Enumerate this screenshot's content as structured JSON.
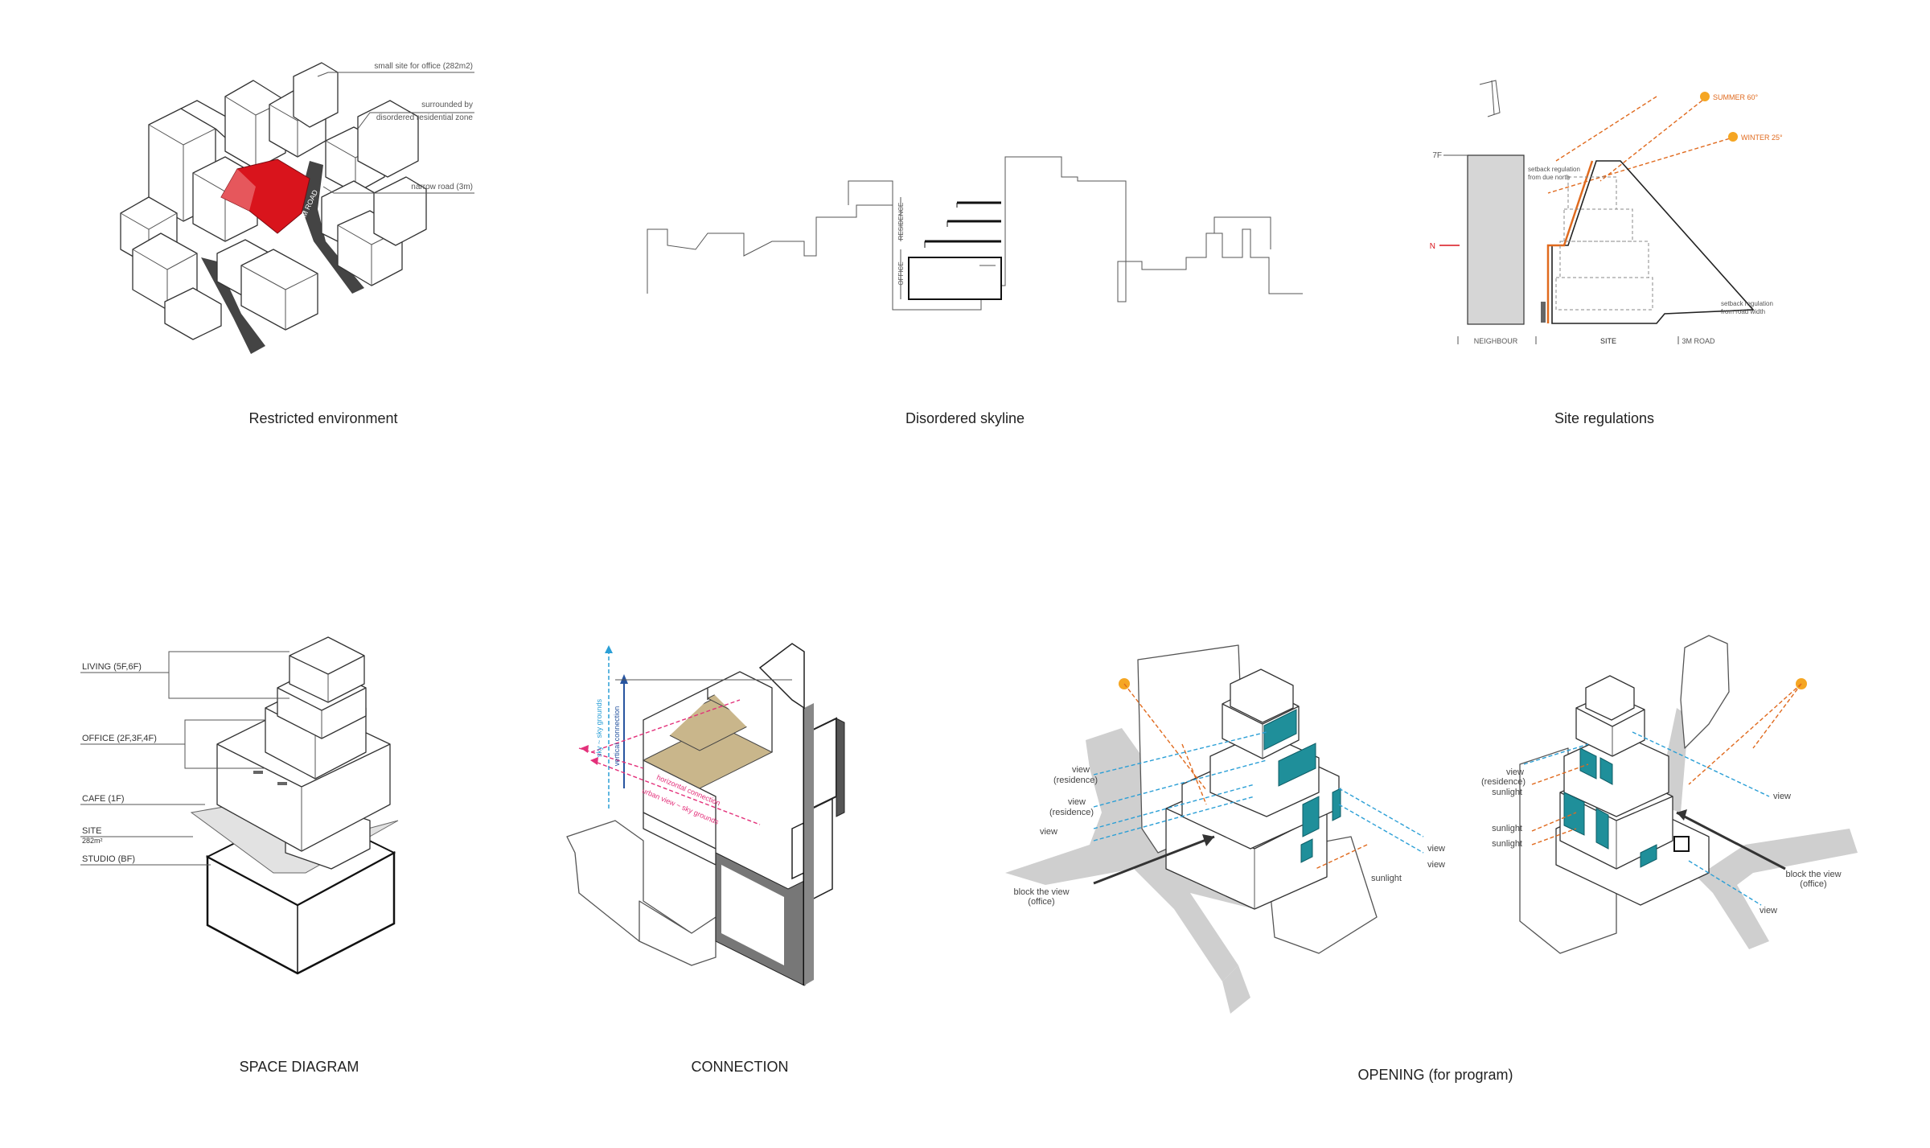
{
  "panels": {
    "restricted": {
      "caption": "Restricted environment",
      "notes": [
        "small site for office (282m2)",
        "surrounded by",
        "disordered residential zone",
        "narrow road (3m)"
      ],
      "road_label": "3M ROAD"
    },
    "skyline": {
      "caption": "Disordered skyline",
      "labels": [
        "RESIDENCE",
        "OFFICE"
      ]
    },
    "regulations": {
      "caption": "Site regulations",
      "summer": "SUMMER 60°",
      "winter": "WINTER 25°",
      "height": "7F",
      "north": "N",
      "setback_north": [
        "setback regulation",
        "from due north"
      ],
      "setback_road": [
        "setback regulation",
        "from road width"
      ],
      "bottom": [
        "NEIGHBOUR",
        "SITE",
        "3M ROAD"
      ]
    },
    "space": {
      "caption": "SPACE DIAGRAM",
      "labels": [
        "LIVING (5F,6F)",
        "OFFICE (2F,3F,4F)",
        "CAFE (1F)",
        "SITE",
        "282m²",
        "STUDIO (BF)"
      ]
    },
    "connection": {
      "caption": "CONNECTION",
      "vertical": [
        "vertical connection",
        "sky ~ sky grounds"
      ],
      "horizontal": [
        "horizontal connection",
        "urban view ~ sky grounds"
      ]
    },
    "opening": {
      "caption": "OPENING (for program)",
      "left_labels": [
        "view",
        "(residence)",
        "view",
        "(residence)",
        "view",
        "block the view",
        "(office)",
        "view",
        "view",
        "sunlight"
      ],
      "right_labels": [
        "view",
        "(residence)",
        "sunlight",
        "sunlight",
        "sunlight",
        "view",
        "block the view",
        "(office)",
        "view"
      ]
    }
  },
  "colors": {
    "red": "#d9141c",
    "orange": "#e06a1e",
    "blue": "#2b9fd6",
    "pink": "#e3307a",
    "teal": "#1f8f9a",
    "sun": "#f5a623"
  }
}
